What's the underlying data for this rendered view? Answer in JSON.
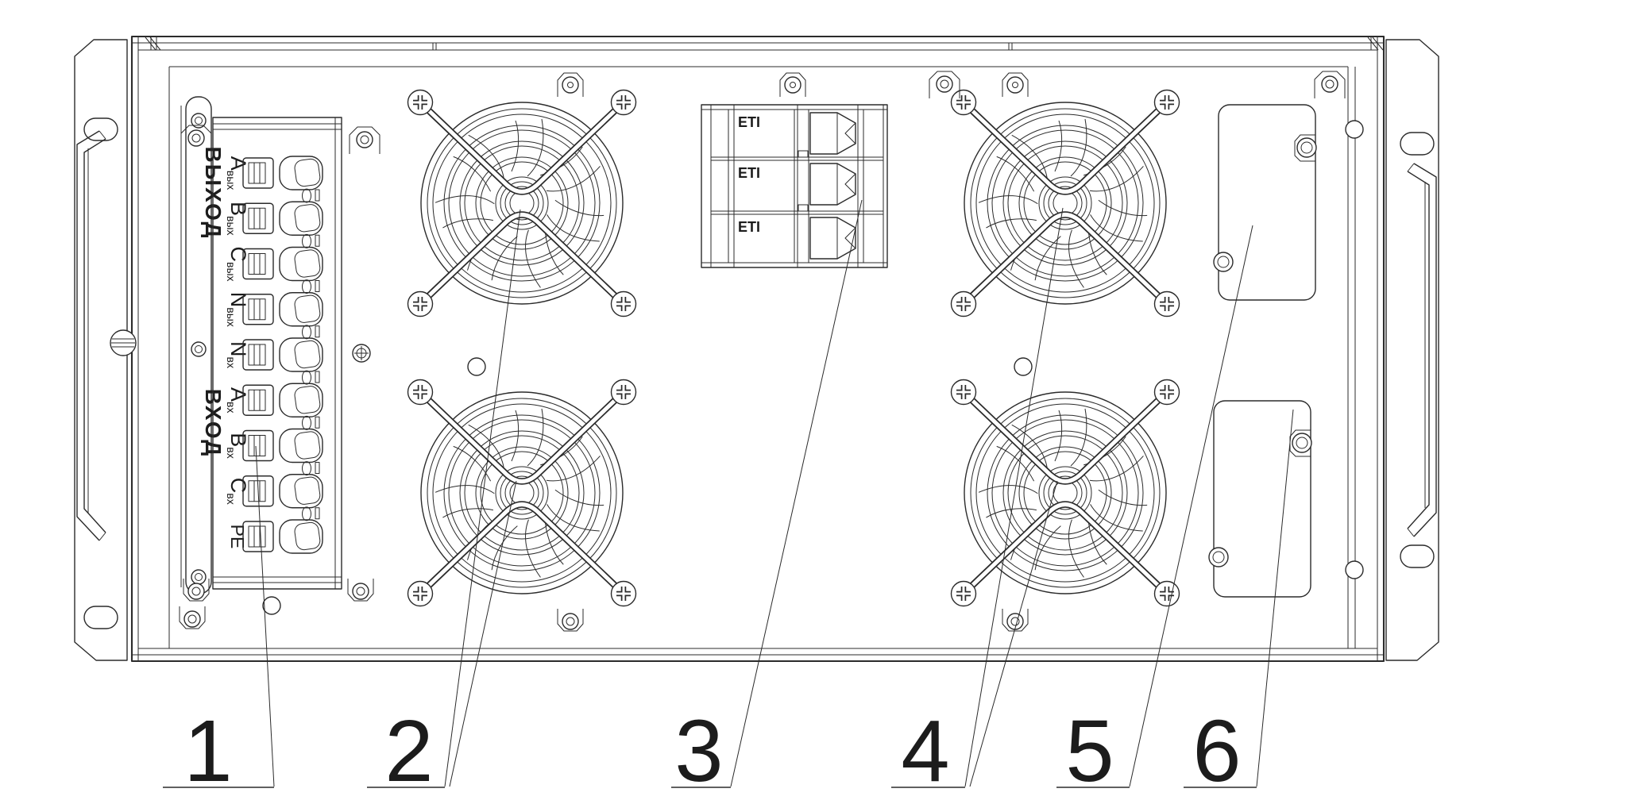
{
  "drawing": {
    "background": "#ffffff",
    "line_color": "#2b2b2b"
  },
  "labels": {
    "output_group": "ВЫХОД",
    "input_group": "ВХОД"
  },
  "terminal_block": {
    "terminals": [
      {
        "main": "A",
        "sub": "вых"
      },
      {
        "main": "B",
        "sub": "вых"
      },
      {
        "main": "C",
        "sub": "вых"
      },
      {
        "main": "N",
        "sub": "вых"
      },
      {
        "main": "N",
        "sub": "вх"
      },
      {
        "main": "A",
        "sub": "вх"
      },
      {
        "main": "B",
        "sub": "вх"
      },
      {
        "main": "C",
        "sub": "вх"
      },
      {
        "main": "PE",
        "sub": ""
      }
    ]
  },
  "breaker": {
    "poles": [
      {
        "brand": "ETI"
      },
      {
        "brand": "ETI"
      },
      {
        "brand": "ETI"
      }
    ]
  },
  "callouts": [
    {
      "number": "1",
      "target": "terminal-block"
    },
    {
      "number": "2",
      "target": "left-fan-grilles"
    },
    {
      "number": "3",
      "target": "circuit-breaker"
    },
    {
      "number": "4",
      "target": "right-fan-grilles"
    },
    {
      "number": "5",
      "target": "top-cover-plate"
    },
    {
      "number": "6",
      "target": "bottom-cover-plate"
    }
  ],
  "icons": {
    "fan": "fan-grille-icon",
    "phillips_screw": "phillips-screw-icon",
    "slotted_screw": "slotted-screw-icon"
  }
}
